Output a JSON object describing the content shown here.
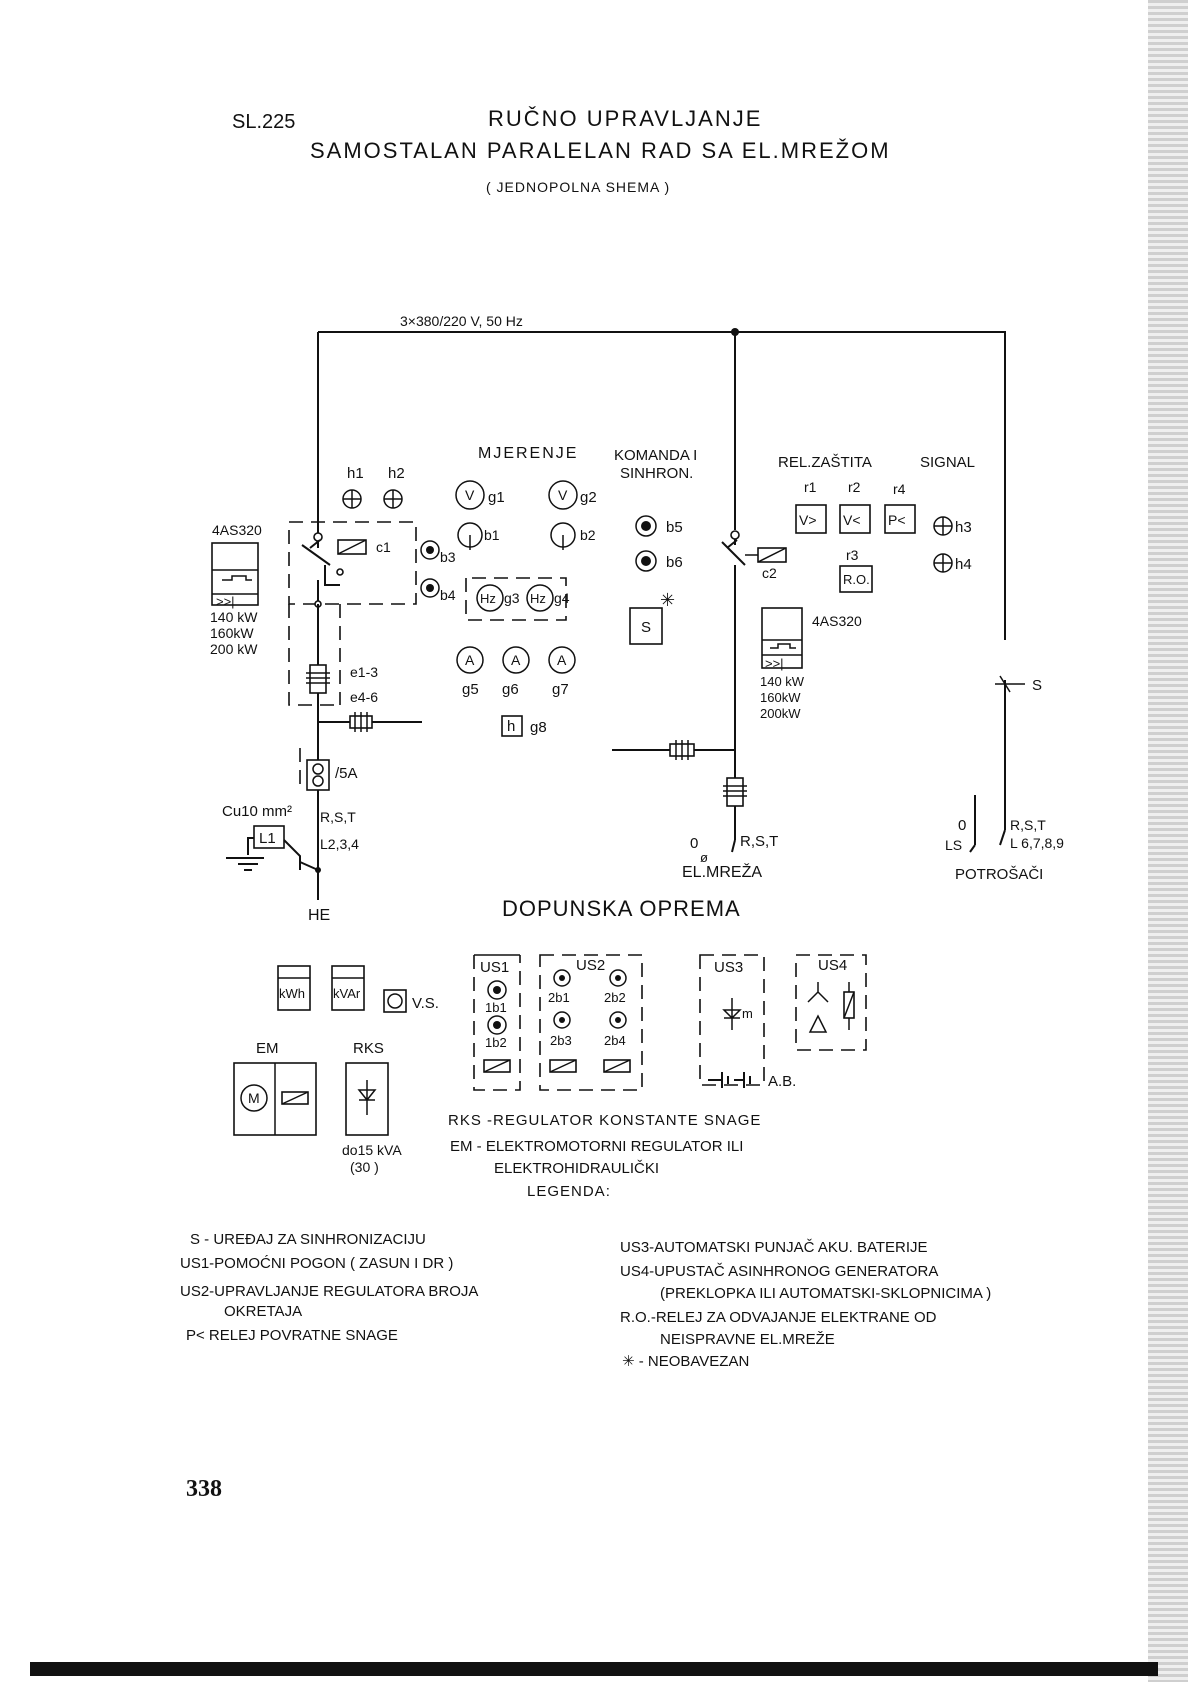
{
  "header": {
    "fig_no": "SL.225",
    "title": "RUČNO UPRAVLJANJE",
    "subtitle": "SAMOSTALAN PARALELAN RAD SA EL.MREŽOM",
    "note": "( JEDNOPOLNA SHEMA )"
  },
  "bus_label": "3×380/220 V, 50 Hz",
  "sections": {
    "mjerenje": "MJERENJE",
    "komanda_1": "KOMANDA I",
    "komanda_2": "SINHRON.",
    "relzastita": "REL.ZAŠTITA",
    "signal": "SIGNAL"
  },
  "labels": {
    "h1": "h1",
    "h2": "h2",
    "h3": "h3",
    "h4": "h4",
    "g1": "g1",
    "g2": "g2",
    "g3": "g3",
    "g4": "g4",
    "g5": "g5",
    "g6": "g6",
    "g7": "g7",
    "g8": "g8",
    "b1": "b1",
    "b2": "b2",
    "b3": "b3",
    "b4": "b4",
    "b5": "b5",
    "b6": "b6",
    "c1": "c1",
    "c2": "c2",
    "r1": "r1",
    "r2": "r2",
    "r3": "r3",
    "r4": "r4",
    "e13": "e1-3",
    "e46": "e4-6",
    "ct": "/5A",
    "cu": "Cu10 mm²",
    "rst": "R,S,T",
    "l1": "L1",
    "l234": "L2,3,4",
    "he": "HE",
    "zero": "0",
    "elmreza": "EL.MREŽA",
    "s_line": "S",
    "ls": "LS",
    "l6789": "L 6,7,8,9",
    "potrosaci": "POTROŠAČI",
    "sync_box": "S",
    "ro": "R.O.",
    "meter_v": "V",
    "meter_hz": "Hz",
    "meter_a": "A",
    "meter_h": "h",
    "relay_r1": "V>",
    "relay_r2": "V<",
    "relay_r4": "P<",
    "star": "✳"
  },
  "breaker_left": {
    "type": "4AS320",
    "ratings": [
      "140 kW",
      "160kW",
      "200 kW"
    ]
  },
  "breaker_right": {
    "type": "4AS320",
    "ratings": [
      "140 kW",
      "160kW",
      "200kW"
    ]
  },
  "dopunska": {
    "title": "DOPUNSKA OPREMA",
    "kwh": "kWh",
    "kvar": "kVAr",
    "vs": "V.S.",
    "em": "EM",
    "rks": "RKS",
    "rks_rating_1": "do15 kVA",
    "rks_rating_2": "(30 )",
    "us1": "US1",
    "us2": "US2",
    "us3": "US3",
    "us4": "US4",
    "us1_b1": "1b1",
    "us1_b2": "1b2",
    "us2_b1": "2b1",
    "us2_b2": "2b2",
    "us2_b3": "2b3",
    "us2_b4": "2b4",
    "motor": "M",
    "ab": "A.B."
  },
  "abbreviations": [
    "RKS -REGULATOR KONSTANTE SNAGE",
    "EM - ELEKTROMOTORNI REGULATOR ILI",
    "ELEKTROHIDRAULIČKI"
  ],
  "legend_title": "LEGENDA:",
  "legend_left": [
    "S - UREĐAJ ZA SINHRONIZACIJU",
    "US1-POMOĆNI POGON ( ZASUN I DR )",
    "US2-UPRAVLJANJE REGULATORA BROJA",
    "OKRETAJA",
    "P< RELEJ POVRATNE SNAGE"
  ],
  "legend_right": [
    "US3-AUTOMATSKI PUNJAČ AKU. BATERIJE",
    "US4-UPUSTAČ ASINHRONOG GENERATORA",
    "(PREKLOPKA ILI AUTOMATSKI-SKLOPNICIMA )",
    "R.O.-RELEJ ZA ODVAJANJE ELEKTRANE OD",
    "NEISPRAVNE EL.MREŽE",
    "✳ - NEOBAVEZAN"
  ],
  "page_number": "338"
}
